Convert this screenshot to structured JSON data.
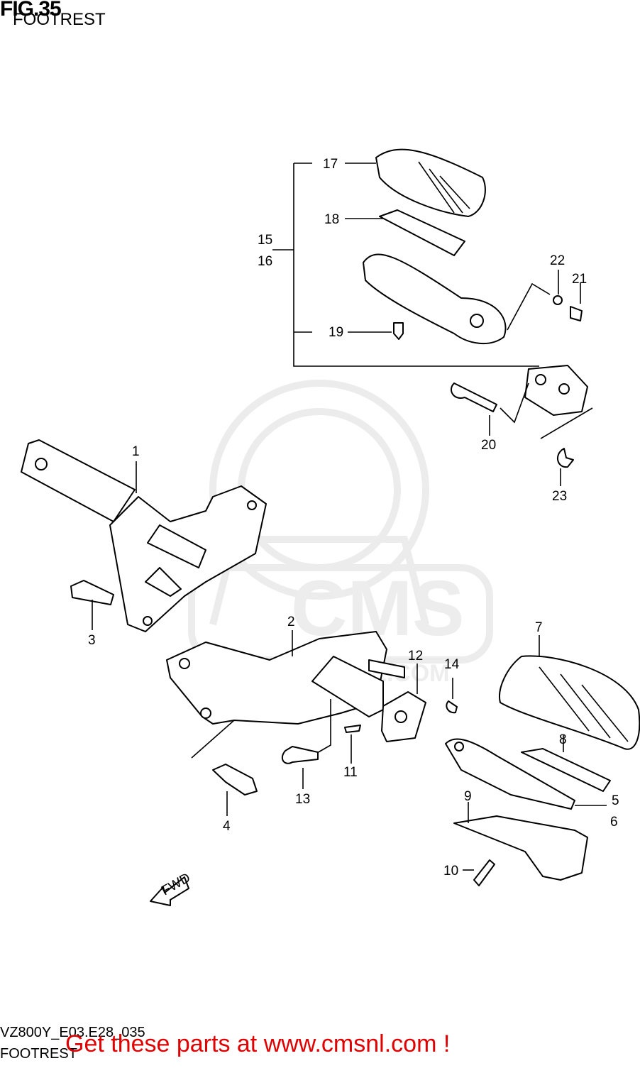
{
  "header": {
    "fig_label": "FIG.35",
    "subtitle": "FOOTREST"
  },
  "watermark": {
    "logo_text": "CMS",
    "url_text": "WWW.CMSNL.COM"
  },
  "callouts": [
    {
      "id": "c17",
      "text": "17"
    },
    {
      "id": "c18",
      "text": "18"
    },
    {
      "id": "c15",
      "text": "15"
    },
    {
      "id": "c16",
      "text": "16"
    },
    {
      "id": "c19",
      "text": "19"
    },
    {
      "id": "c22",
      "text": "22"
    },
    {
      "id": "c21",
      "text": "21"
    },
    {
      "id": "c20",
      "text": "20"
    },
    {
      "id": "c23",
      "text": "23"
    },
    {
      "id": "c1",
      "text": "1"
    },
    {
      "id": "c3",
      "text": "3"
    },
    {
      "id": "c2",
      "text": "2"
    },
    {
      "id": "c7",
      "text": "7"
    },
    {
      "id": "c12",
      "text": "12"
    },
    {
      "id": "c14",
      "text": "14"
    },
    {
      "id": "c8",
      "text": "8"
    },
    {
      "id": "c11",
      "text": "11"
    },
    {
      "id": "c13",
      "text": "13"
    },
    {
      "id": "c4",
      "text": "4"
    },
    {
      "id": "c5",
      "text": "5"
    },
    {
      "id": "c6",
      "text": "6"
    },
    {
      "id": "c9",
      "text": "9"
    },
    {
      "id": "c10",
      "text": "10"
    }
  ],
  "fwd_label": "FWD",
  "footer": {
    "code": "VZ800Y_E03.E28_035",
    "subtitle": "FOOTREST",
    "promo": "Get these parts at www.cmsnl.com !"
  },
  "colors": {
    "promo": "#e00000",
    "watermark": "#ececec"
  }
}
